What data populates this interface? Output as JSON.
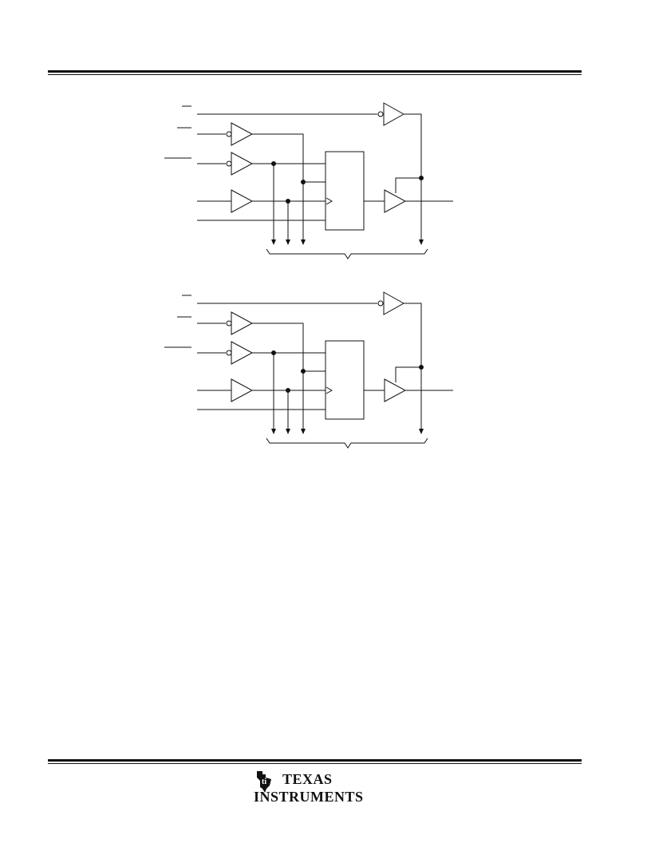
{
  "logo": {
    "company_line1": "TEXAS",
    "company_line2": "INSTRUMENTS"
  },
  "schematics": [
    "logic-diagram-upper",
    "logic-diagram-lower"
  ],
  "colors": {
    "ink": "#111111",
    "paper": "#ffffff"
  }
}
